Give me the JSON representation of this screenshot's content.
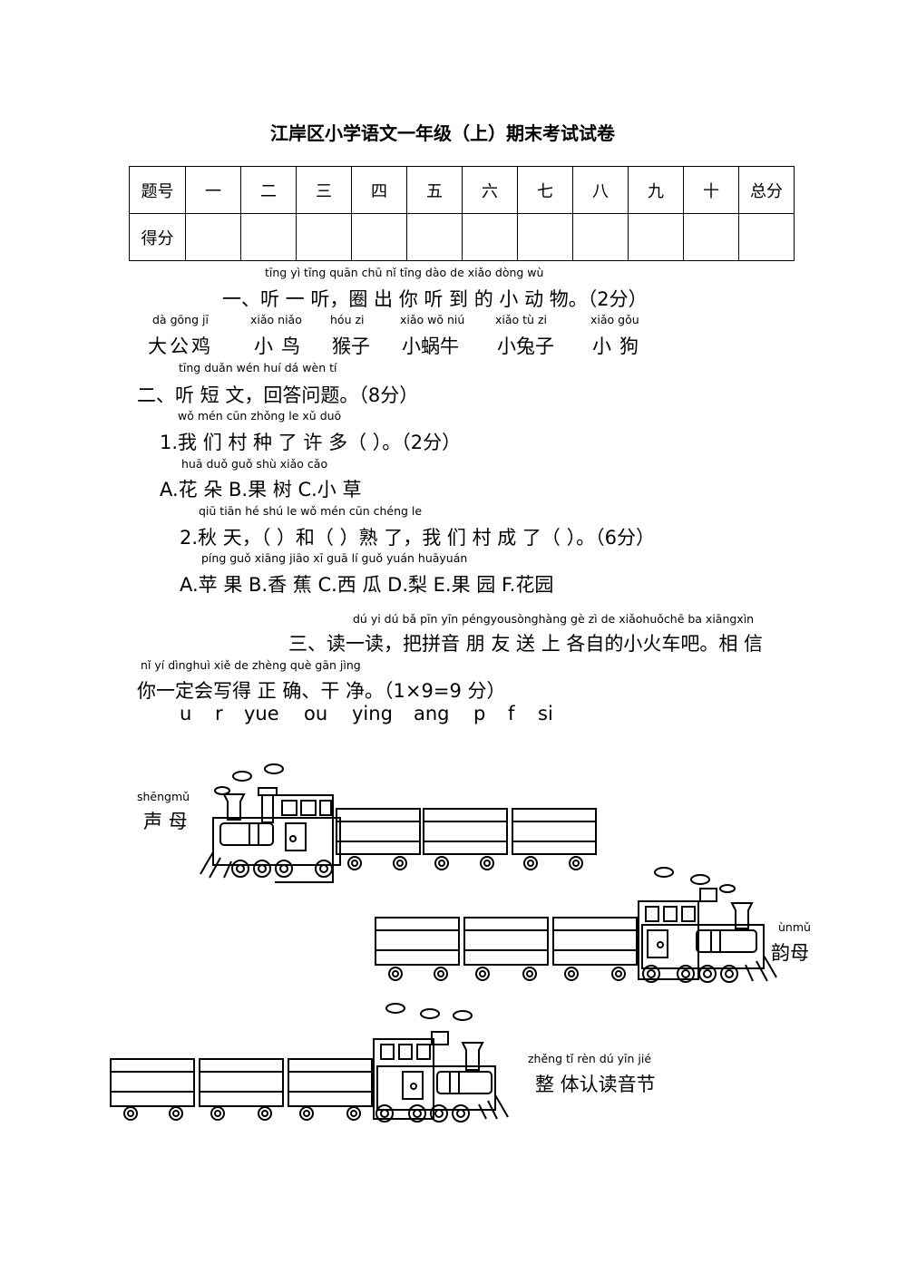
{
  "title": "江岸区小学语文一年级（上）期末考试试卷",
  "score_table": {
    "header": [
      "题号",
      "一",
      "二",
      "三",
      "四",
      "五",
      "六",
      "七",
      "八",
      "九",
      "十",
      "总分"
    ],
    "row2_label": "得分"
  },
  "q1": {
    "pinyin": "tīng yì tīng     quān chū  nǐ  tīng dào  de  xiǎo dòng wù",
    "text": "一、听 一 听，圈 出 你 听 到 的 小 动 物。（2分）",
    "animal_pinyin": [
      "dà gōng  jī",
      "xiǎo niǎo",
      "hóu zi",
      "xiǎo wō niú",
      "xiǎo tù  zi",
      "xiǎo gǒu"
    ],
    "animals": [
      "大公鸡",
      "小鸟",
      "猴子",
      "小蜗牛",
      "小兔子",
      "小狗"
    ]
  },
  "q2": {
    "pinyin": "tīng duǎn wén          huí dá wèn  tí",
    "text": "二、听 短 文，回答问题。（8分）",
    "s1_pinyin": "wǒ  mén cūn zhǒng    le   xǔ  duō",
    "s1_text": "1.我 们 村  种  了 许 多（      ）。（2分）",
    "s1_opts_pinyin": "huā  duǒ        guǒ shù         xiǎo cǎo",
    "s1_opts": "A.花 朵   B.果 树    C.小 草",
    "s2_pinyin": "qiū tiān                 hé            shú   le        wǒ  mén cūn chéng   le",
    "s2_text": "2.秋 天，（   ）和（   ）熟 了，我 们 村  成  了（   ）。（6分）",
    "s2_opts_pinyin": "píng guǒ         xiāng jiāo         xī  guā          lí          guǒ yuán          huāyuán",
    "s2_opts": "A.苹 果  B.香  蕉  C.西 瓜  D.梨  E.果 园   F.花园"
  },
  "q3": {
    "pinyin1": "dú  yi  dú        bǎ  pīn yīn péngyousònghàng gè  zì   de xiǎohuǒchē ba     xiāngxìn",
    "text1": "三、读一读，把拼音 朋 友 送  上  各自的小火车吧。相 信",
    "pinyin2": "nǐ   yí  dìnghuì xiě  de zhèng què    gān jìng",
    "text2": "你一定会写得 正  确、干 净。（1×9=9 分）",
    "letters": [
      "u",
      "r",
      "yue",
      "ou",
      "ying",
      "ang",
      "p",
      "f",
      "si"
    ]
  },
  "trains": {
    "t1_pinyin": "shēngmǔ",
    "t1_label": "声 母",
    "t2_pinyin": "ùnmǔ",
    "t2_label": "韵母",
    "t3_pinyin": "zhěng  tǐ  rèn dú  yīn  jié",
    "t3_label": "整 体认读音节"
  }
}
